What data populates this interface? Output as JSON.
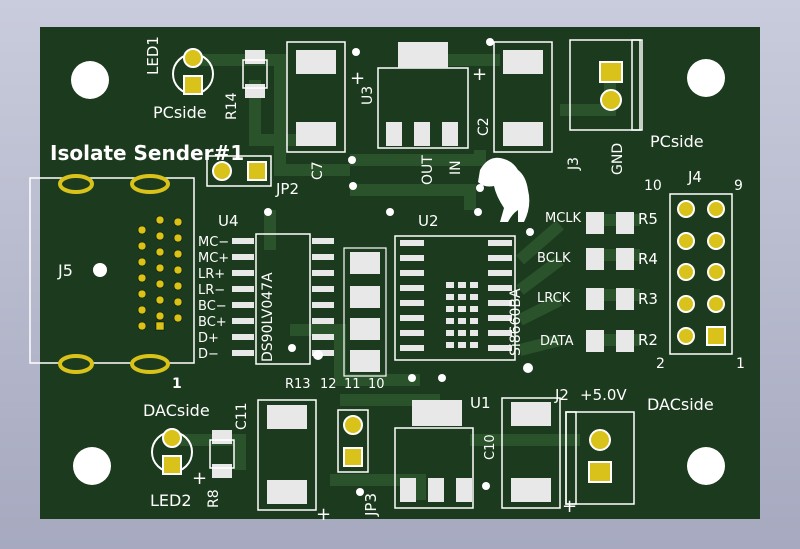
{
  "board": {
    "title": "Isolate Sender#1",
    "colors": {
      "background": "#b8bbcf",
      "pcb": "#1c3a1e",
      "trace": "#2a522b",
      "pad": "#e8e8e8",
      "gold": "#d9c21a",
      "silkscreen": "#ffffff"
    }
  },
  "labels": {
    "led1": "LED1",
    "led2": "LED2",
    "pcside_top": "PCside",
    "pcside_right": "PCside",
    "dacside_left": "DACside",
    "dacside_right": "DACside",
    "r14": "R14",
    "r13": "R13",
    "r8": "R8",
    "c7": "C7",
    "c2": "C2",
    "c10": "C10",
    "c11": "C11",
    "u1": "U1",
    "u2": "U2",
    "u3": "U3",
    "u4": "U4",
    "j2": "J2",
    "j3": "J3",
    "j4": "J4",
    "j5": "J5",
    "jp2": "JP2",
    "jp3": "JP3",
    "r2": "R2",
    "r3": "R3",
    "r4": "R4",
    "r5": "R5",
    "mclk": "MCLK",
    "bclk": "BCLK",
    "lrck": "LRCK",
    "data": "DATA",
    "out": "OUT",
    "in": "IN",
    "gnd": "GND",
    "vout": "+5.0V",
    "chip_u4": "DS90LV047A",
    "chip_u2": "Si8660BA",
    "pin_10": "10",
    "pin_9": "9",
    "pin_2": "2",
    "pin_1": "1",
    "j5_pin1": "1",
    "n12": "12",
    "n11": "11",
    "n10": "10",
    "plus": "+",
    "u4_pins": [
      "MC−",
      "MC+",
      "LR+",
      "LR−",
      "BC−",
      "BC+",
      "D+",
      "D−"
    ]
  }
}
